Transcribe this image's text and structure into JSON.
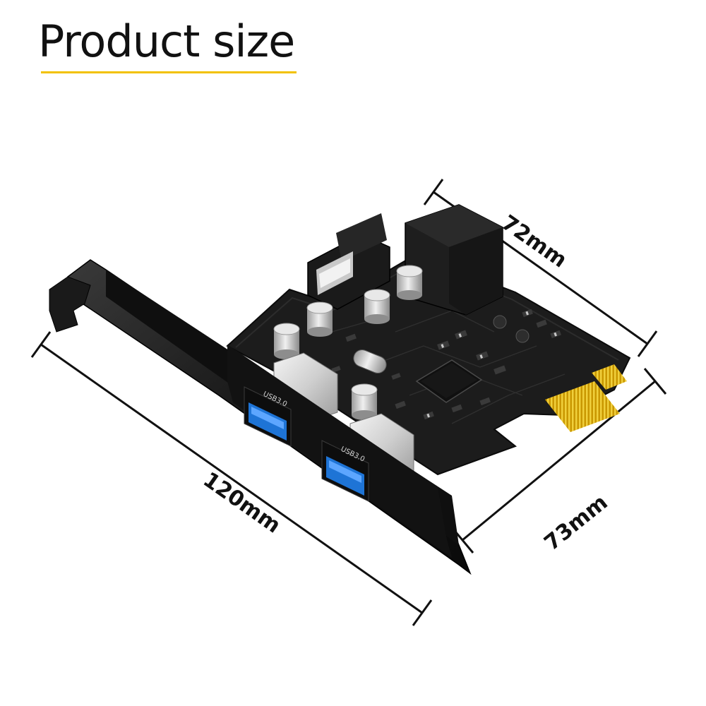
{
  "header": {
    "title": "Product size",
    "underline_color": "#f2c200"
  },
  "dimensions": {
    "width": "72mm",
    "length": "120mm",
    "height": "73mm"
  },
  "card": {
    "port_label_1": "USB3.0",
    "port_label_2": "USB3.0",
    "port_color": "#1e74d6",
    "pcb_color": "#1b1b1b",
    "bracket_color": "#141414",
    "gold_finger_color": "#d9a800"
  }
}
